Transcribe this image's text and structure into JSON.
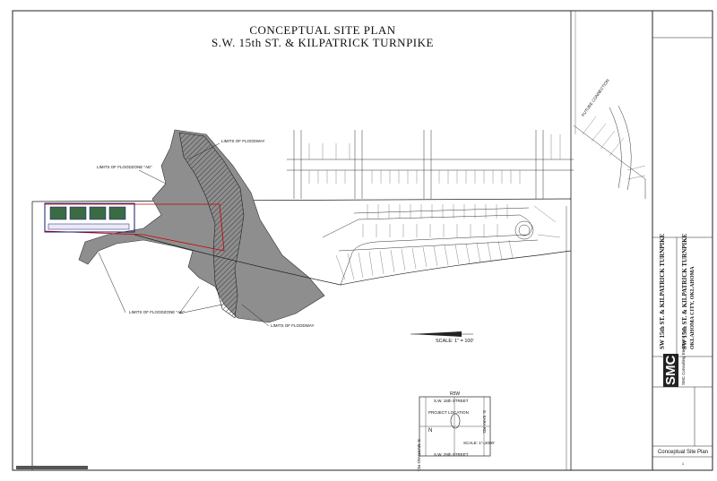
{
  "title": {
    "line1": "CONCEPTUAL SITE PLAN",
    "line2": "S.W. 15th ST. & KILPATRICK TURNPIKE"
  },
  "labels": {
    "floodway_top": "LIMITS OF FLOODWAY",
    "floodzone_top": "LIMITS OF FLOODZONE \"AE\"",
    "floodzone_bottom": "LIMITS OF FLOODZONE \"AE\"",
    "floodway_bottom": "LIMITS OF FLOODWAY",
    "future_connection": "FUTURE CONNECTION",
    "scale": "SCALE: 1\" = 100'",
    "north": "N"
  },
  "location_map": {
    "top_street": "S.W. 15th STREET",
    "bottom_street": "S.W. 29th STREET",
    "left_road": "S. MUSTANG RD.",
    "right_road": "S. SARA RD.",
    "top_label": "R5W",
    "project": "PROJECT LOCATION",
    "scale": "SCALE: 1\"=2000'"
  },
  "title_block": {
    "project_line1": "SW 15th ST. & KILPATRICK TURNPIKE",
    "project_line2": "SW 15th ST. & KILPATRICK TURNPIKE",
    "project_line3": "OKLAHOMA CITY, OKLAHOMA",
    "firm": "SMC",
    "firm_sub": "SMC Consulting Engineers, P.C.",
    "sheet_name": "Conceptual Site Plan",
    "sheet_no": "1"
  },
  "colors": {
    "flood_fill": "#8e8e8e",
    "property_line": "#cc0000",
    "site_outline": "#1a1a6e",
    "lines": "#222222"
  }
}
